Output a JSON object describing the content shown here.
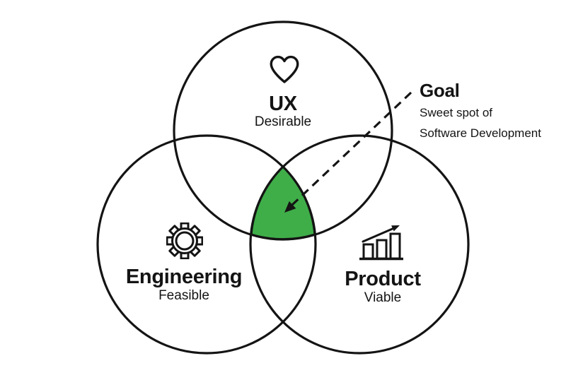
{
  "venn": {
    "ux": {
      "label": "UX",
      "trait": "Desirable",
      "icon": "heart"
    },
    "engineering": {
      "label": "Engineering",
      "trait": "Feasible",
      "icon": "gear"
    },
    "product": {
      "label": "Product",
      "trait": "Viable",
      "icon": "bar-chart-rising"
    },
    "goal": {
      "label": "Goal",
      "description": "Sweet spot of\nSoftware Development"
    }
  },
  "colors": {
    "sweet_spot": "#3FAE49",
    "stroke": "#141414",
    "background": "#FFFFFF"
  }
}
